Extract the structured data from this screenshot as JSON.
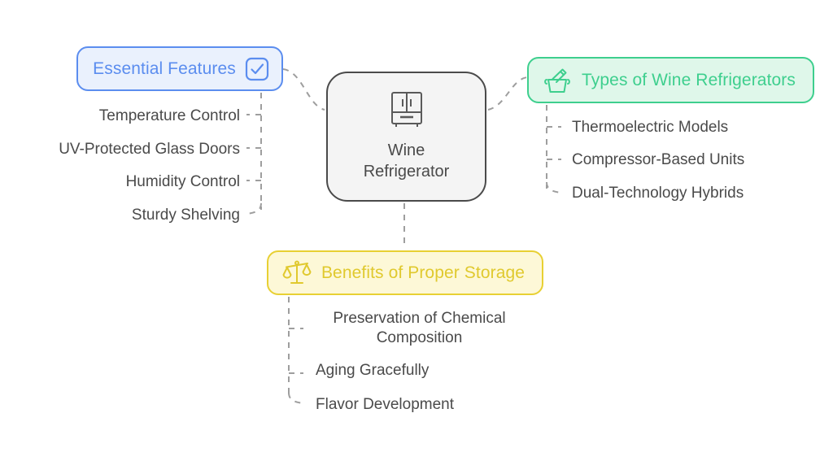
{
  "diagram": {
    "type": "mind-map",
    "background_color": "#ffffff",
    "center": {
      "title_line1": "Wine",
      "title_line2": "Refrigerator",
      "icon": "refrigerator-icon",
      "border_color": "#4a4a4a",
      "fill_color": "#f4f4f4",
      "text_color": "#4a4a4a"
    },
    "branches": [
      {
        "id": "essential-features",
        "label": "Essential Features",
        "icon": "checkbox-check-icon",
        "icon_position": "right",
        "accent_color": "#5b8def",
        "fill_color": "#eaf1fd",
        "position": "left",
        "items": [
          "Temperature Control",
          "UV-Protected Glass Doors",
          "Humidity Control",
          "Sturdy Shelving"
        ]
      },
      {
        "id": "types-of-wine-refrigerators",
        "label": "Types of Wine Refrigerators",
        "icon": "wine-bottle-bucket-icon",
        "icon_position": "left",
        "accent_color": "#3ecf8e",
        "fill_color": "#dff7ea",
        "position": "right",
        "items": [
          "Thermoelectric Models",
          "Compressor-Based Units",
          "Dual-Technology Hybrids"
        ]
      },
      {
        "id": "benefits-of-proper-storage",
        "label": "Benefits of Proper Storage",
        "icon": "balance-scale-icon",
        "icon_position": "left",
        "accent_color": "#e0c92e",
        "border_color": "#e8d033",
        "fill_color": "#fdf8d7",
        "position": "bottom",
        "items": [
          "Preservation of Chemical Composition",
          "Aging Gracefully",
          "Flavor Development"
        ]
      }
    ],
    "connector": {
      "style": "dashed",
      "color": "#9e9e9e"
    },
    "leaf_text_color": "#4a4a4a"
  }
}
